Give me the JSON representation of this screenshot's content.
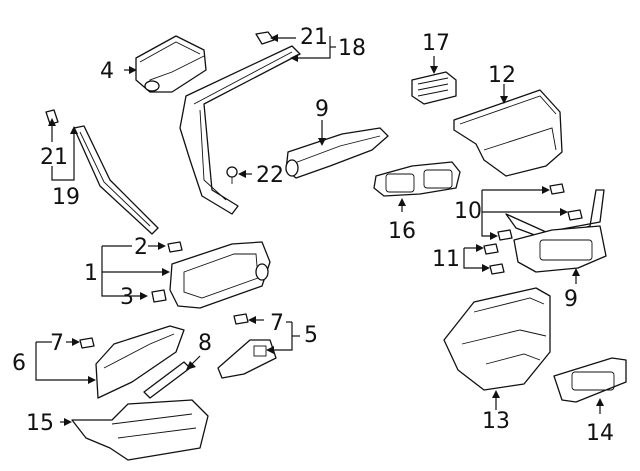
{
  "diagram": {
    "callouts": [
      {
        "id": "c1",
        "label": "1"
      },
      {
        "id": "c2",
        "label": "2"
      },
      {
        "id": "c3",
        "label": "3"
      },
      {
        "id": "c4",
        "label": "4"
      },
      {
        "id": "c5",
        "label": "5"
      },
      {
        "id": "c6",
        "label": "6"
      },
      {
        "id": "c7a",
        "label": "7"
      },
      {
        "id": "c7b",
        "label": "7"
      },
      {
        "id": "c8",
        "label": "8"
      },
      {
        "id": "c9",
        "label": "9"
      },
      {
        "id": "c10",
        "label": "10"
      },
      {
        "id": "c11",
        "label": "11"
      },
      {
        "id": "c12",
        "label": "12"
      },
      {
        "id": "c13",
        "label": "13"
      },
      {
        "id": "c14",
        "label": "14"
      },
      {
        "id": "c15",
        "label": "15"
      },
      {
        "id": "c16",
        "label": "16"
      },
      {
        "id": "c17",
        "label": "17"
      },
      {
        "id": "c18",
        "label": "18"
      },
      {
        "id": "c19",
        "label": "19"
      },
      {
        "id": "c20",
        "label": "20"
      },
      {
        "id": "c21a",
        "label": "21"
      },
      {
        "id": "c21b",
        "label": "21"
      },
      {
        "id": "c22",
        "label": "22"
      }
    ]
  }
}
